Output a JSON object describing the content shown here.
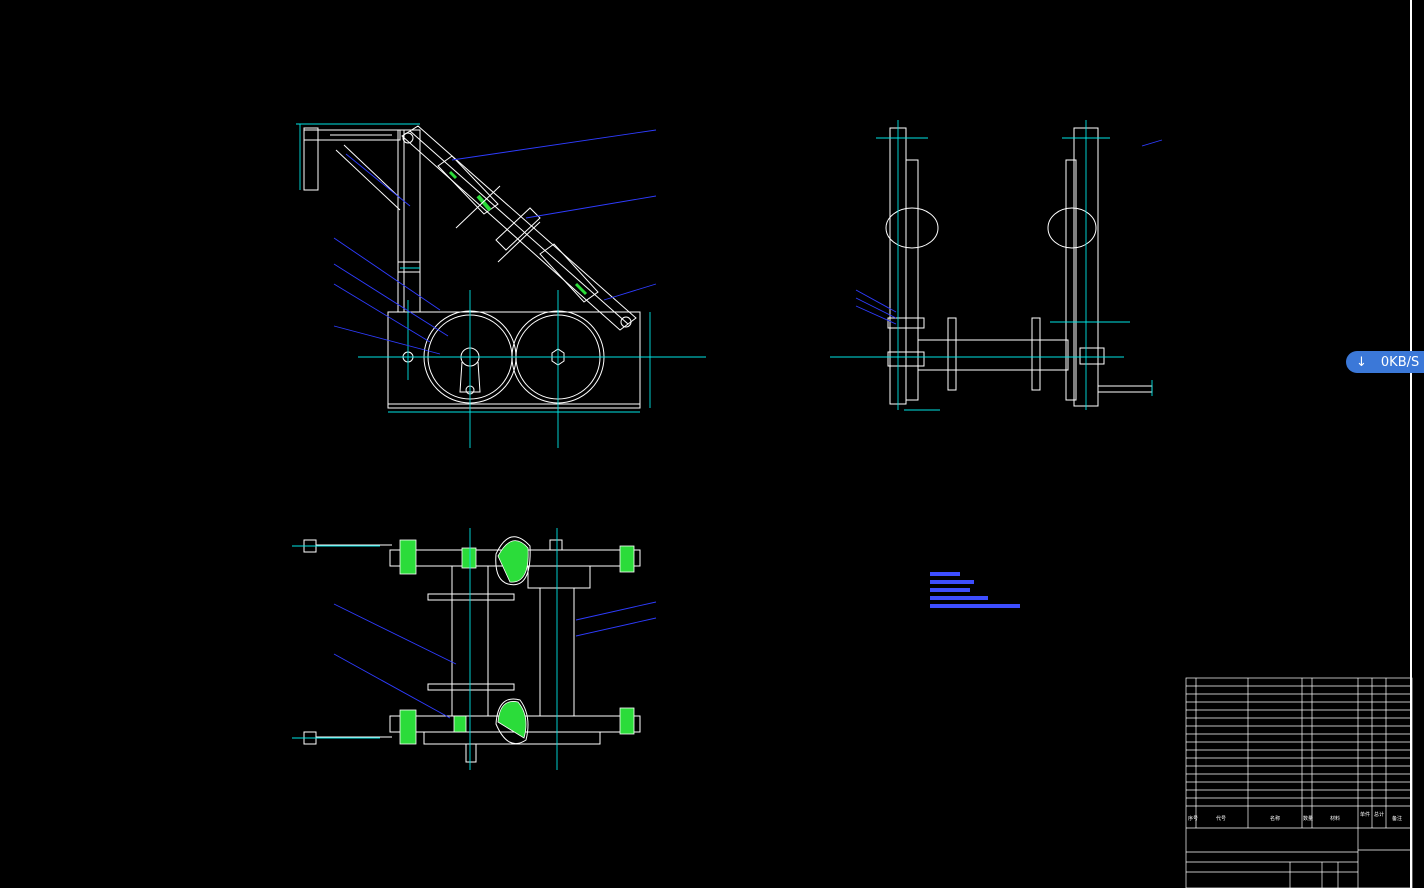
{
  "badge": {
    "arrow": "↓",
    "speed": "0KB/S"
  },
  "icons": {
    "badge_icon": "download-arrow-icon"
  },
  "colors": {
    "outline": "#ffffff",
    "centerline": "#00e5e5",
    "leader": "#2e3cff",
    "hatch": "#2bdc3a",
    "badge": "#3b78d8"
  },
  "title_block": {
    "header": [
      "序号",
      "代号",
      "名称",
      "数量",
      "材料",
      "单件",
      "总计",
      "备注"
    ],
    "drawing_name": "",
    "school": ""
  }
}
